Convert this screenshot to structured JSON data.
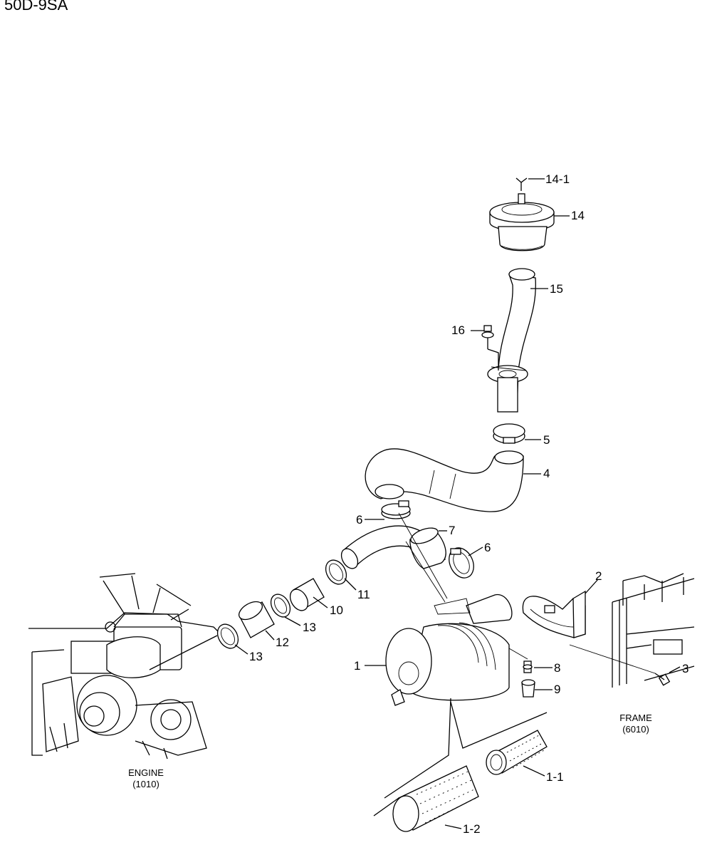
{
  "model": "50D-9SA",
  "references": {
    "engine": {
      "label": "ENGINE",
      "code": "(1010)"
    },
    "frame": {
      "label": "FRAME",
      "code": "(6010)"
    }
  },
  "callouts": [
    "14-1",
    "14",
    "15",
    "16",
    "5",
    "4",
    "6",
    "7",
    "6",
    "2",
    "11",
    "10",
    "13",
    "12",
    "13",
    "1",
    "8",
    "3",
    "9",
    "1-1",
    "1-2"
  ]
}
